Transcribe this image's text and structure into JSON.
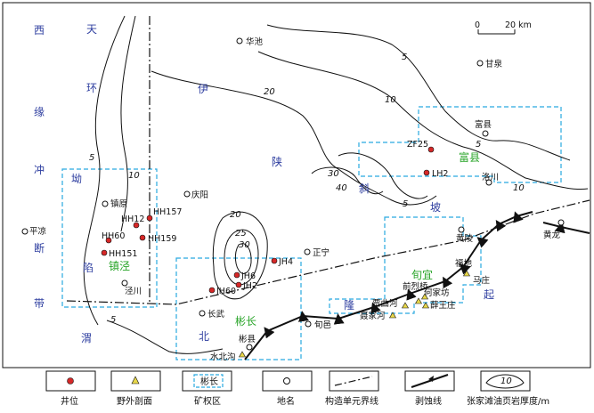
{
  "scale_bar": {
    "zero": "0",
    "distance": "20 km"
  },
  "tectonic_units": [
    {
      "id": "xiyuan1",
      "text": "西"
    },
    {
      "id": "xiyuan2",
      "text": "缘"
    },
    {
      "id": "xiyuan3",
      "text": "冲"
    },
    {
      "id": "xiyuan4",
      "text": "断"
    },
    {
      "id": "xiyuan5",
      "text": "带"
    },
    {
      "id": "tianhuan1",
      "text": "天"
    },
    {
      "id": "tianhuan2",
      "text": "环"
    },
    {
      "id": "tianhuan3",
      "text": "坳"
    },
    {
      "id": "tianhuan4",
      "text": "陷"
    },
    {
      "id": "yishan1",
      "text": "伊"
    },
    {
      "id": "yishan2",
      "text": "陕"
    },
    {
      "id": "yishan3",
      "text": "斜"
    },
    {
      "id": "yishan4",
      "text": "坡"
    },
    {
      "id": "weibei1",
      "text": "渭"
    },
    {
      "id": "weibei2",
      "text": "北"
    },
    {
      "id": "weibei3",
      "text": "隆"
    },
    {
      "id": "weibei4",
      "text": "起"
    }
  ],
  "blocks": [
    {
      "id": "zhenjing",
      "name": "镇泾"
    },
    {
      "id": "binchang",
      "name": "彬长"
    },
    {
      "id": "xunyi",
      "name": "旬宜"
    },
    {
      "id": "fuxian",
      "name": "富县"
    }
  ],
  "places": [
    {
      "id": "huachi",
      "name": "华池"
    },
    {
      "id": "ganquan",
      "name": "甘泉"
    },
    {
      "id": "fuxian",
      "name": "富县"
    },
    {
      "id": "luochuan",
      "name": "洛川"
    },
    {
      "id": "zhenyuan",
      "name": "镇原"
    },
    {
      "id": "qingyang",
      "name": "庆阳"
    },
    {
      "id": "pingliang",
      "name": "平凉"
    },
    {
      "id": "jingchuan",
      "name": "泾川"
    },
    {
      "id": "zhengning",
      "name": "正宁"
    },
    {
      "id": "changwu",
      "name": "长武"
    },
    {
      "id": "xunyi",
      "name": "旬邑"
    },
    {
      "id": "binxian",
      "name": "彬县"
    },
    {
      "id": "huangling",
      "name": "黄陵"
    },
    {
      "id": "huanglong",
      "name": "黄龙"
    },
    {
      "id": "fudi",
      "name": "福地"
    },
    {
      "id": "mazhuang",
      "name": "马庄"
    }
  ],
  "wells": [
    {
      "id": "zf25",
      "name": "ZF25"
    },
    {
      "id": "lh2",
      "name": "LH2"
    },
    {
      "id": "hh157",
      "name": "HH157"
    },
    {
      "id": "hh12",
      "name": "HH12"
    },
    {
      "id": "hh60",
      "name": "HH60"
    },
    {
      "id": "hh159",
      "name": "HH159"
    },
    {
      "id": "hh151",
      "name": "HH151"
    },
    {
      "id": "jh4",
      "name": "JH4"
    },
    {
      "id": "jh6",
      "name": "JH6"
    },
    {
      "id": "jh2",
      "name": "JH2"
    },
    {
      "id": "jh60",
      "name": "JH60"
    }
  ],
  "sections": [
    {
      "id": "qianliegiao",
      "name": "前烈桥"
    },
    {
      "id": "hejiafang",
      "name": "何家坊"
    },
    {
      "id": "jiaquhe",
      "name": "贾曲河"
    },
    {
      "id": "xuewangzhuang",
      "name": "薛王庄"
    },
    {
      "id": "niejiahe",
      "name": "聂家河"
    },
    {
      "id": "shuibeigou",
      "name": "水北沟"
    }
  ],
  "contour_labels": [
    {
      "id": "c5a",
      "text": "5"
    },
    {
      "id": "c10a",
      "text": "10"
    },
    {
      "id": "c5b",
      "text": "5"
    },
    {
      "id": "c5c",
      "text": "5"
    },
    {
      "id": "c10b",
      "text": "10"
    },
    {
      "id": "c20a",
      "text": "20"
    },
    {
      "id": "c30a",
      "text": "30"
    },
    {
      "id": "c40",
      "text": "40"
    },
    {
      "id": "c5d",
      "text": "5"
    },
    {
      "id": "c10c",
      "text": "10"
    },
    {
      "id": "c20b",
      "text": "20"
    },
    {
      "id": "c25",
      "text": "25"
    },
    {
      "id": "c30b",
      "text": "30"
    },
    {
      "id": "c5e",
      "text": "5"
    }
  ],
  "legend": {
    "well": "井位",
    "section": "野外剖面",
    "block": "矿权区",
    "block_sample": "彬长",
    "place": "地名",
    "boundary": "构造单元界线",
    "erosion": "剥蚀线",
    "thickness": "张家滩油页岩厚度/m",
    "thickness_sample": "10"
  },
  "colors": {
    "tectonic_text": "#2f3fa0",
    "block_text": "#2aa52a",
    "block_boundary": "#29a9e0",
    "well_fill": "#d62828",
    "section_fill": "#e8d84a"
  }
}
